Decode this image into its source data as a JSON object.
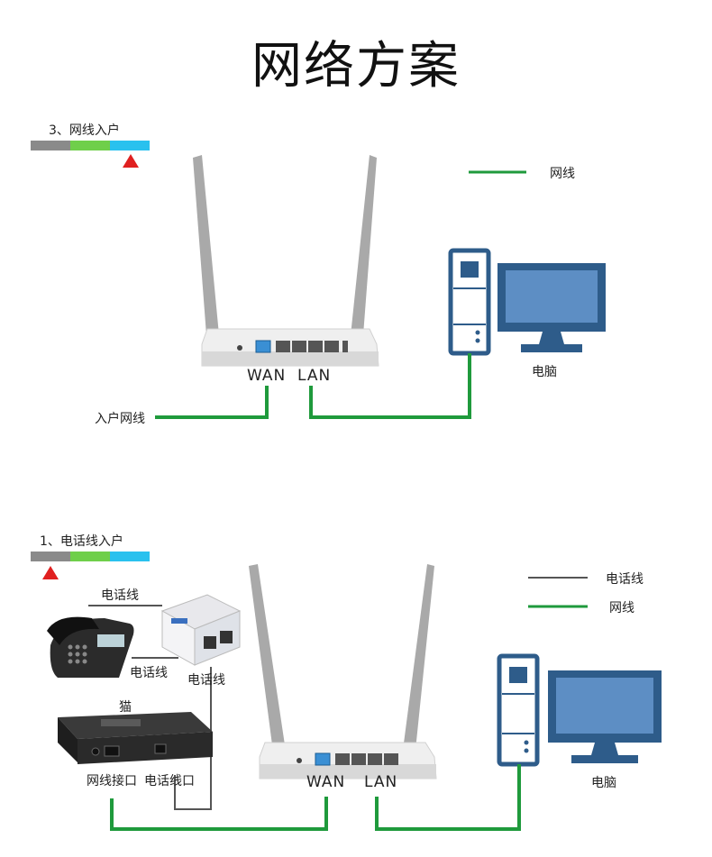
{
  "page": {
    "title": "网络方案"
  },
  "colors": {
    "network_line": "#1f9a3c",
    "phone_line": "#555555",
    "step_gray": "#8a8a8a",
    "step_green": "#6fcf4a",
    "step_cyan": "#29c1ee",
    "marker_red": "#e02020",
    "pc_blue": "#2e5c8a"
  },
  "scheme_a": {
    "step_label": "3、网线入户",
    "legend": {
      "network_label": "网线"
    },
    "router": {
      "wan_label": "WAN",
      "lan_label": "LAN"
    },
    "incoming_label": "入户网线",
    "pc_label": "电脑"
  },
  "scheme_b": {
    "step_label": "1、电话线入户",
    "legend": {
      "phone_label": "电话线",
      "network_label": "网线"
    },
    "splitter_top_label": "电话线",
    "phone_label": "电话线",
    "splitter_out_label": "电话线",
    "modem_label": "猫",
    "modem_ports": {
      "network_port": "网线接口",
      "phone_port": "电话线口"
    },
    "router": {
      "wan_label": "WAN",
      "lan_label": "LAN"
    },
    "pc_label": "电脑"
  }
}
